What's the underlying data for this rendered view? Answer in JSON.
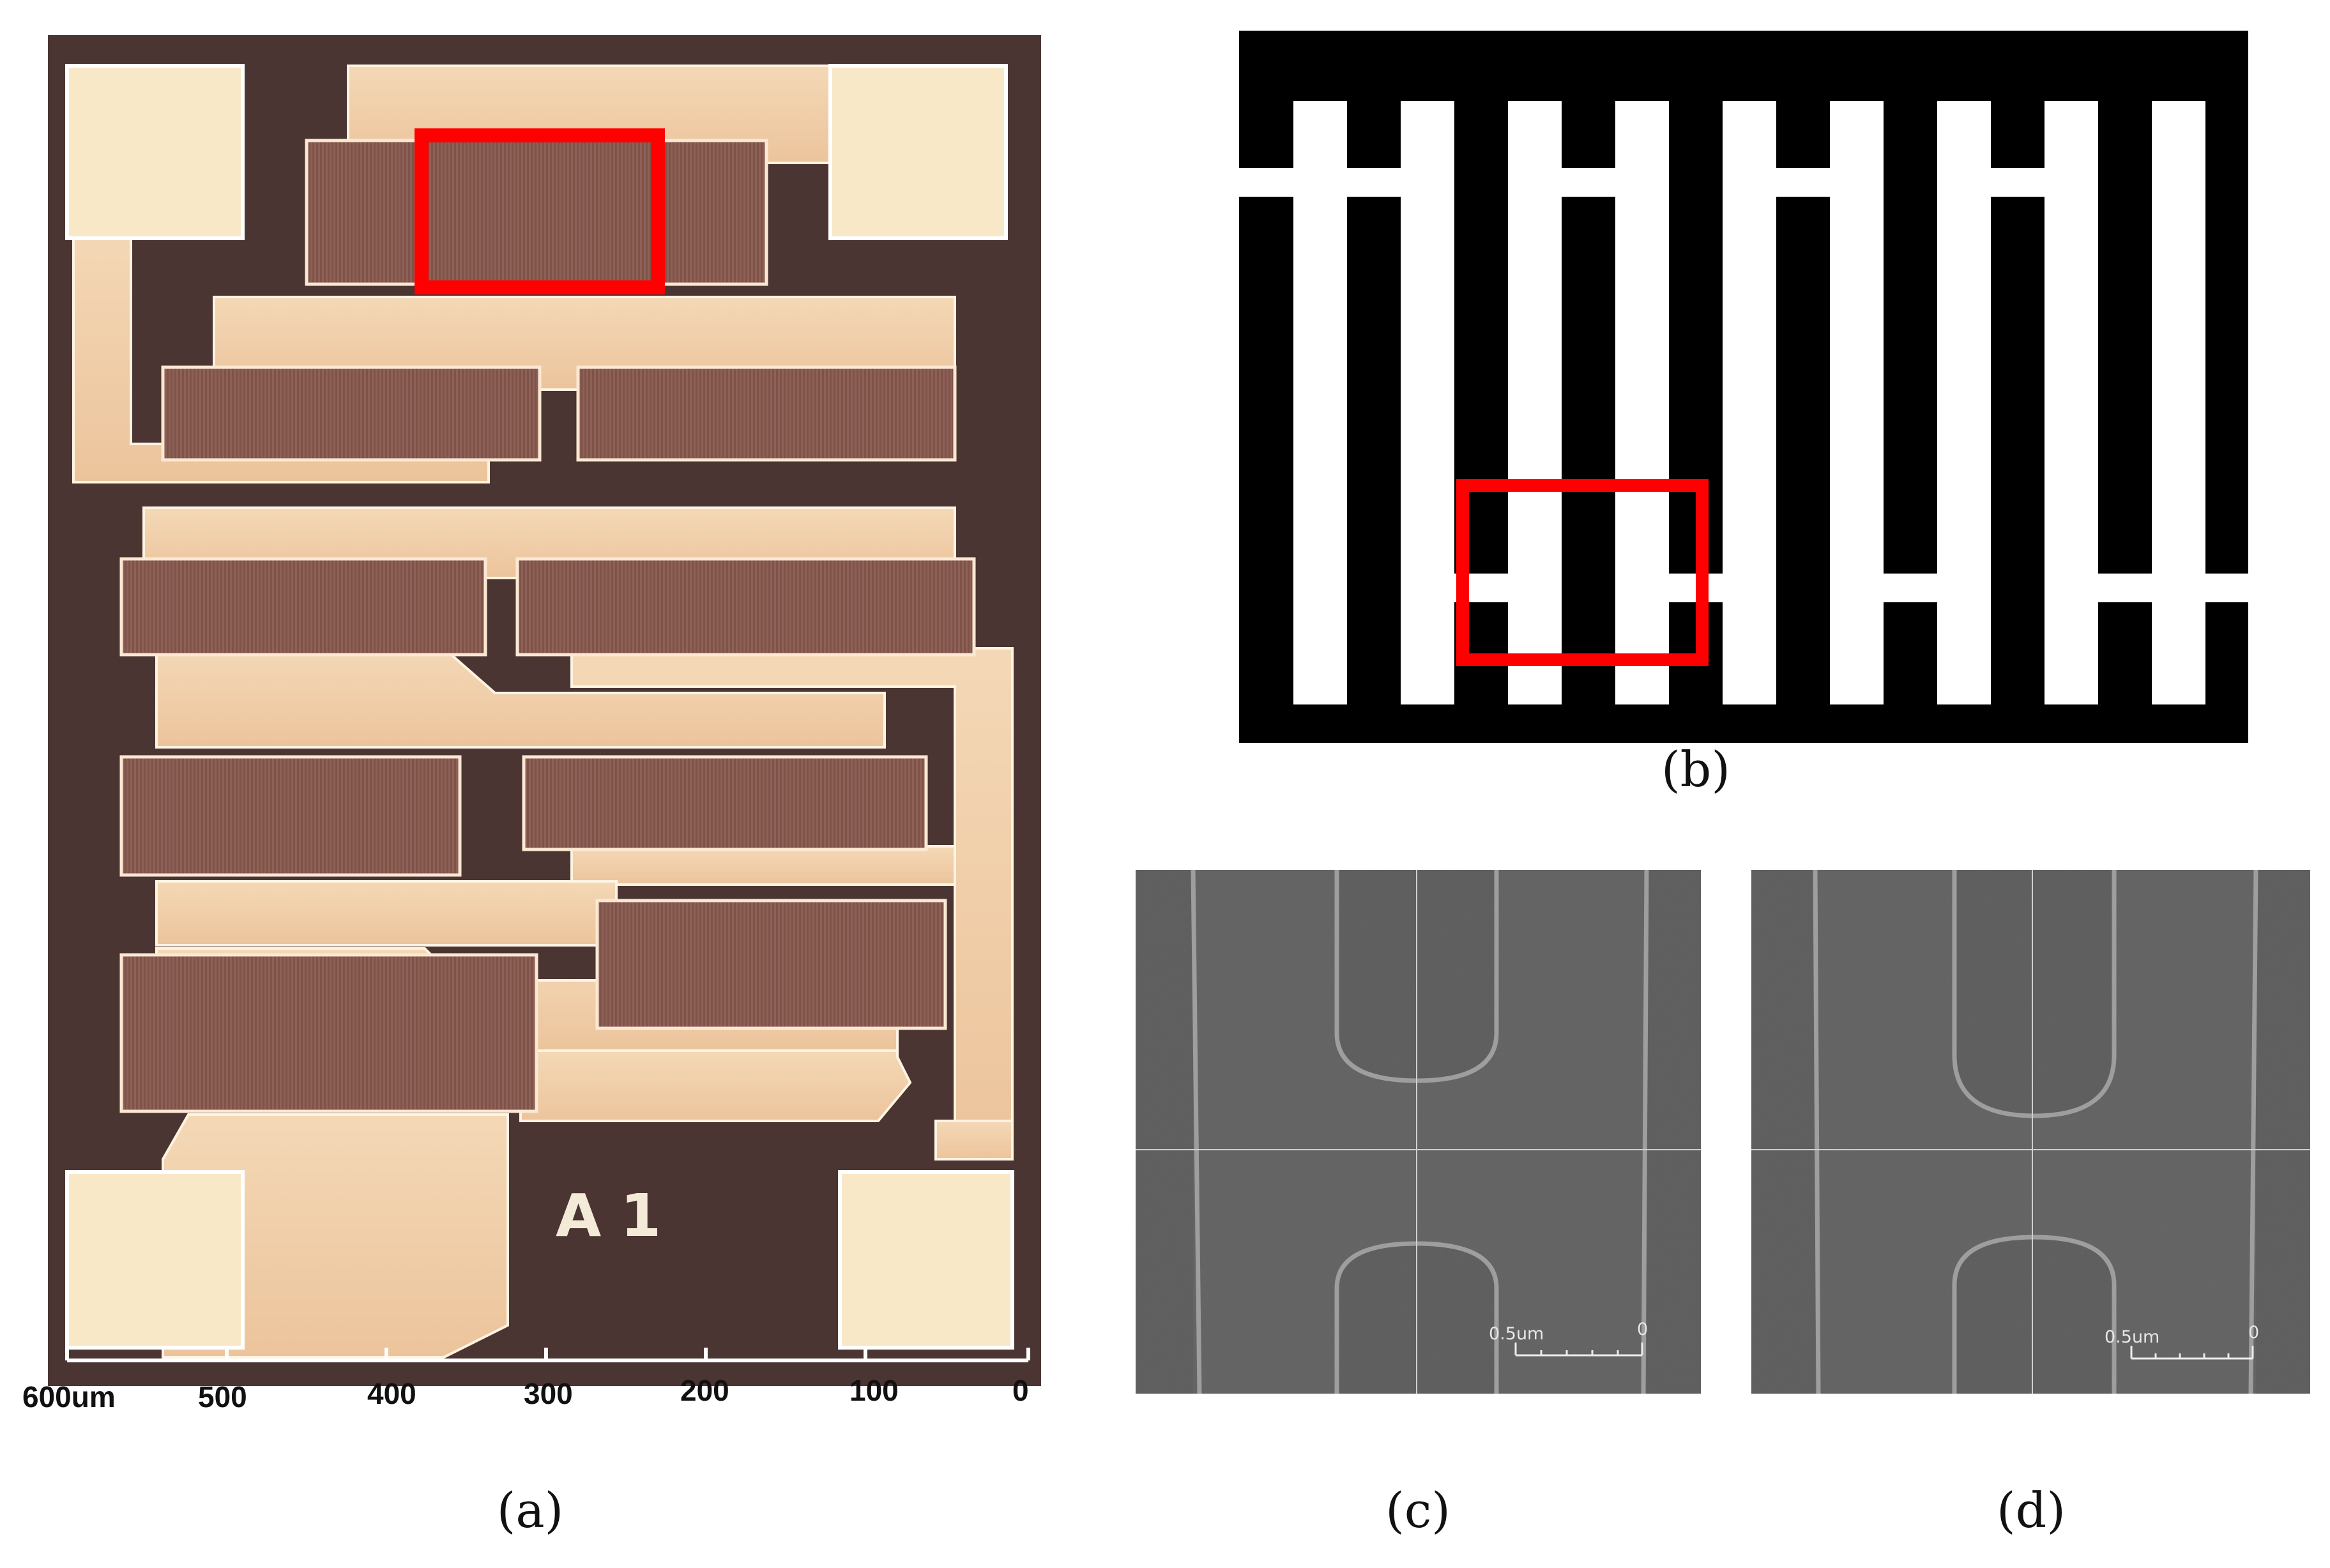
{
  "panels": {
    "a": {
      "caption": "(a)",
      "chip_label": "A1",
      "ruler": {
        "ticks": [
          "600um",
          "500",
          "400",
          "300",
          "200",
          "100",
          "0"
        ]
      },
      "colors": {
        "substrate": "#4a3531",
        "metal": "#f1cfaa",
        "resistor": "#8c5f57",
        "pad": "#f8e7c6",
        "highlight": "#ff0000"
      }
    },
    "b": {
      "caption": "(b)"
    },
    "c": {
      "caption": "(c)",
      "scale_label": "0.5um",
      "scale_zero": "0"
    },
    "d": {
      "caption": "(d)",
      "scale_label": "0.5um",
      "scale_zero": "0"
    }
  }
}
